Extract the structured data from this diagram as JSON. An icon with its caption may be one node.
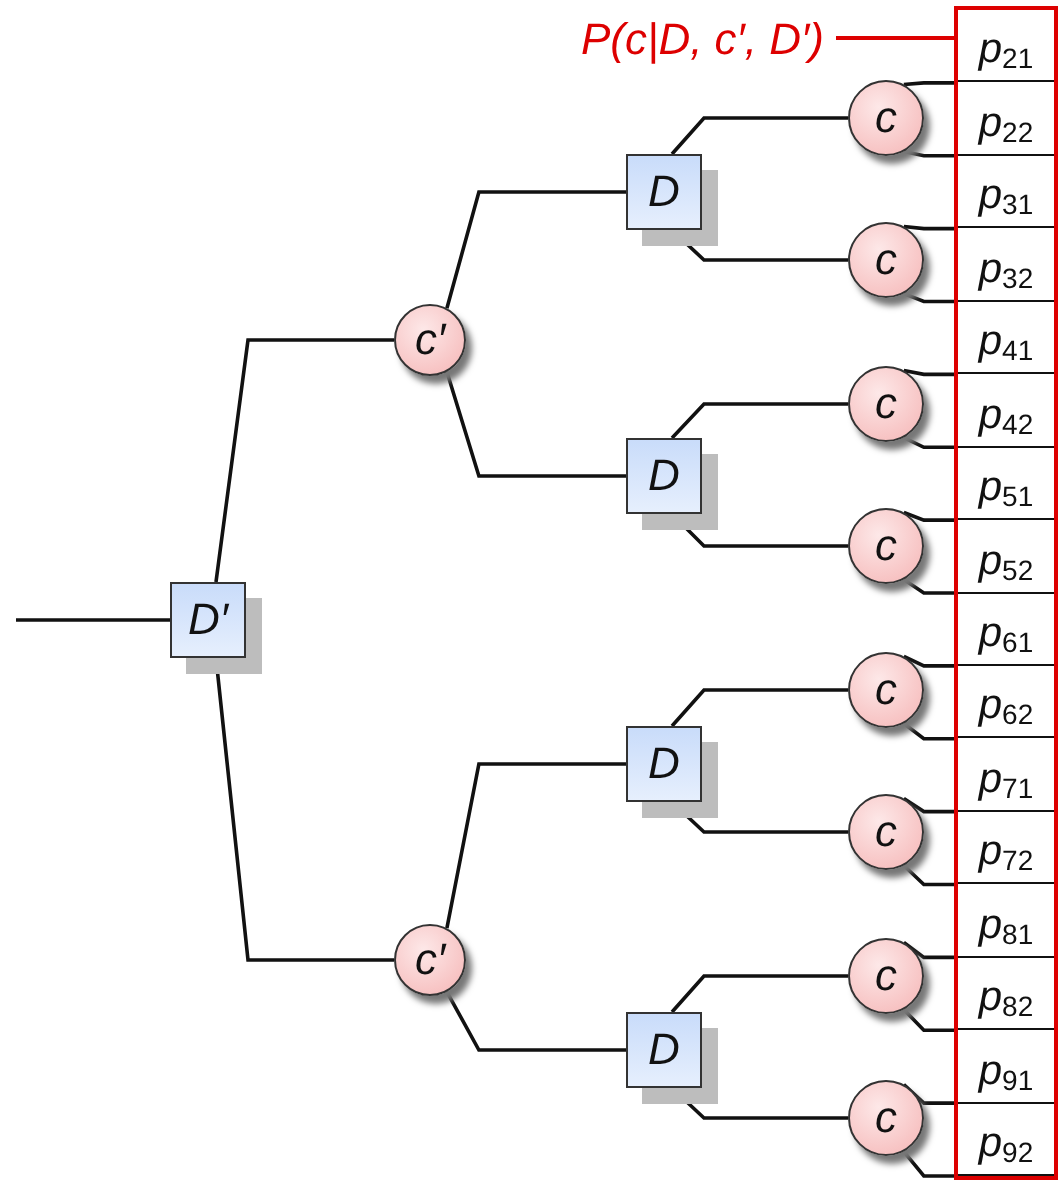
{
  "diagram": {
    "nodes": [
      {
        "text": [
          "D′"
        ]
      },
      {
        "text": [
          "c′"
        ]
      },
      {
        "text": [
          "c′"
        ]
      },
      {
        "text": [
          "D"
        ]
      },
      {
        "text": [
          "D"
        ]
      },
      {
        "text": [
          "D"
        ]
      },
      {
        "text": [
          "D"
        ]
      },
      {
        "text": [
          "c"
        ]
      },
      {
        "text": [
          "c"
        ]
      },
      {
        "text": [
          "c"
        ]
      },
      {
        "text": [
          "c"
        ]
      },
      {
        "text": [
          "c"
        ]
      },
      {
        "text": [
          "c"
        ]
      },
      {
        "text": [
          "c"
        ]
      },
      {
        "text": [
          "c"
        ]
      },
      {
        "text": [
          "P(c|D, c′, D′)"
        ]
      },
      {
        "text": [],
        "shape": "box"
      },
      {
        "text": [
          "*p*$_{21}$"
        ],
        "in": 16
      },
      {
        "text": [
          "*p*$_{22}$"
        ],
        "in": 16
      },
      {
        "text": [
          "*p*$_{31}$"
        ],
        "in": 16
      },
      {
        "text": [
          "*p*$_{32}$"
        ],
        "in": 16
      },
      {
        "text": [
          "*p*$_{41}$"
        ],
        "in": 16
      },
      {
        "text": [
          "*p*$_{42}$"
        ],
        "in": 16
      },
      {
        "text": [
          "*p*$_{51}$"
        ],
        "in": 16
      },
      {
        "text": [
          "*p*$_{52}$"
        ],
        "in": 16
      },
      {
        "text": [
          "*p*$_{61}$"
        ],
        "in": 16
      },
      {
        "text": [
          "*p*$_{62}$"
        ],
        "in": 16
      },
      {
        "text": [
          "*p*$_{71}$"
        ],
        "in": 16
      },
      {
        "text": [
          "*p*$_{72}$"
        ],
        "in": 16
      },
      {
        "text": [
          "*p*$_{81}$"
        ],
        "in": 16
      },
      {
        "text": [
          "*p*$_{82}$"
        ],
        "in": 16
      },
      {
        "text": [
          "*p*$_{91}$"
        ],
        "in": 16
      },
      {
        "text": [
          "*p*$_{92}$"
        ],
        "in": 16
      }
    ],
    "edges": [
      {
        "from": null,
        "to": 0,
        "arrow": "none"
      },
      {
        "from": 0,
        "to": 1,
        "arrow": "none"
      },
      {
        "from": 0,
        "to": 2,
        "arrow": "none"
      },
      {
        "from": 1,
        "to": 3,
        "arrow": "none"
      },
      {
        "from": 1,
        "to": 4,
        "arrow": "none"
      },
      {
        "from": 2,
        "to": 5,
        "arrow": "none"
      },
      {
        "from": 2,
        "to": 6,
        "arrow": "none"
      },
      {
        "from": 3,
        "to": 7,
        "arrow": "none"
      },
      {
        "from": 3,
        "to": 8,
        "arrow": "none"
      },
      {
        "from": 4,
        "to": 9,
        "arrow": "none"
      },
      {
        "from": 4,
        "to": 10,
        "arrow": "none"
      },
      {
        "from": 5,
        "to": 11,
        "arrow": "none"
      },
      {
        "from": 5,
        "to": 12,
        "arrow": "none"
      },
      {
        "from": 6,
        "to": 13,
        "arrow": "none"
      },
      {
        "from": 6,
        "to": 14,
        "arrow": "none"
      },
      {
        "from": 7,
        "to": 17,
        "arrow": "none"
      },
      {
        "from": 7,
        "to": 18,
        "arrow": "none"
      },
      {
        "from": 8,
        "to": 19,
        "arrow": "none"
      },
      {
        "from": 8,
        "to": 20,
        "arrow": "none"
      },
      {
        "from": 9,
        "to": 21,
        "arrow": "none"
      },
      {
        "from": 9,
        "to": 22,
        "arrow": "none"
      },
      {
        "from": 10,
        "to": 23,
        "arrow": "none"
      },
      {
        "from": 10,
        "to": 24,
        "arrow": "none"
      },
      {
        "from": 11,
        "to": 25,
        "arrow": "none"
      },
      {
        "from": 11,
        "to": 26,
        "arrow": "none"
      },
      {
        "from": 12,
        "to": 27,
        "arrow": "none"
      },
      {
        "from": 12,
        "to": 28,
        "arrow": "none"
      },
      {
        "from": 13,
        "to": 29,
        "arrow": "none"
      },
      {
        "from": 13,
        "to": 30,
        "arrow": "none"
      },
      {
        "from": 14,
        "to": 31,
        "arrow": "none"
      },
      {
        "from": 14,
        "to": 32,
        "arrow": "none"
      },
      {
        "from": 15,
        "to": 16,
        "arrow": "none",
        "color": "#dd0000"
      }
    ]
  }
}
